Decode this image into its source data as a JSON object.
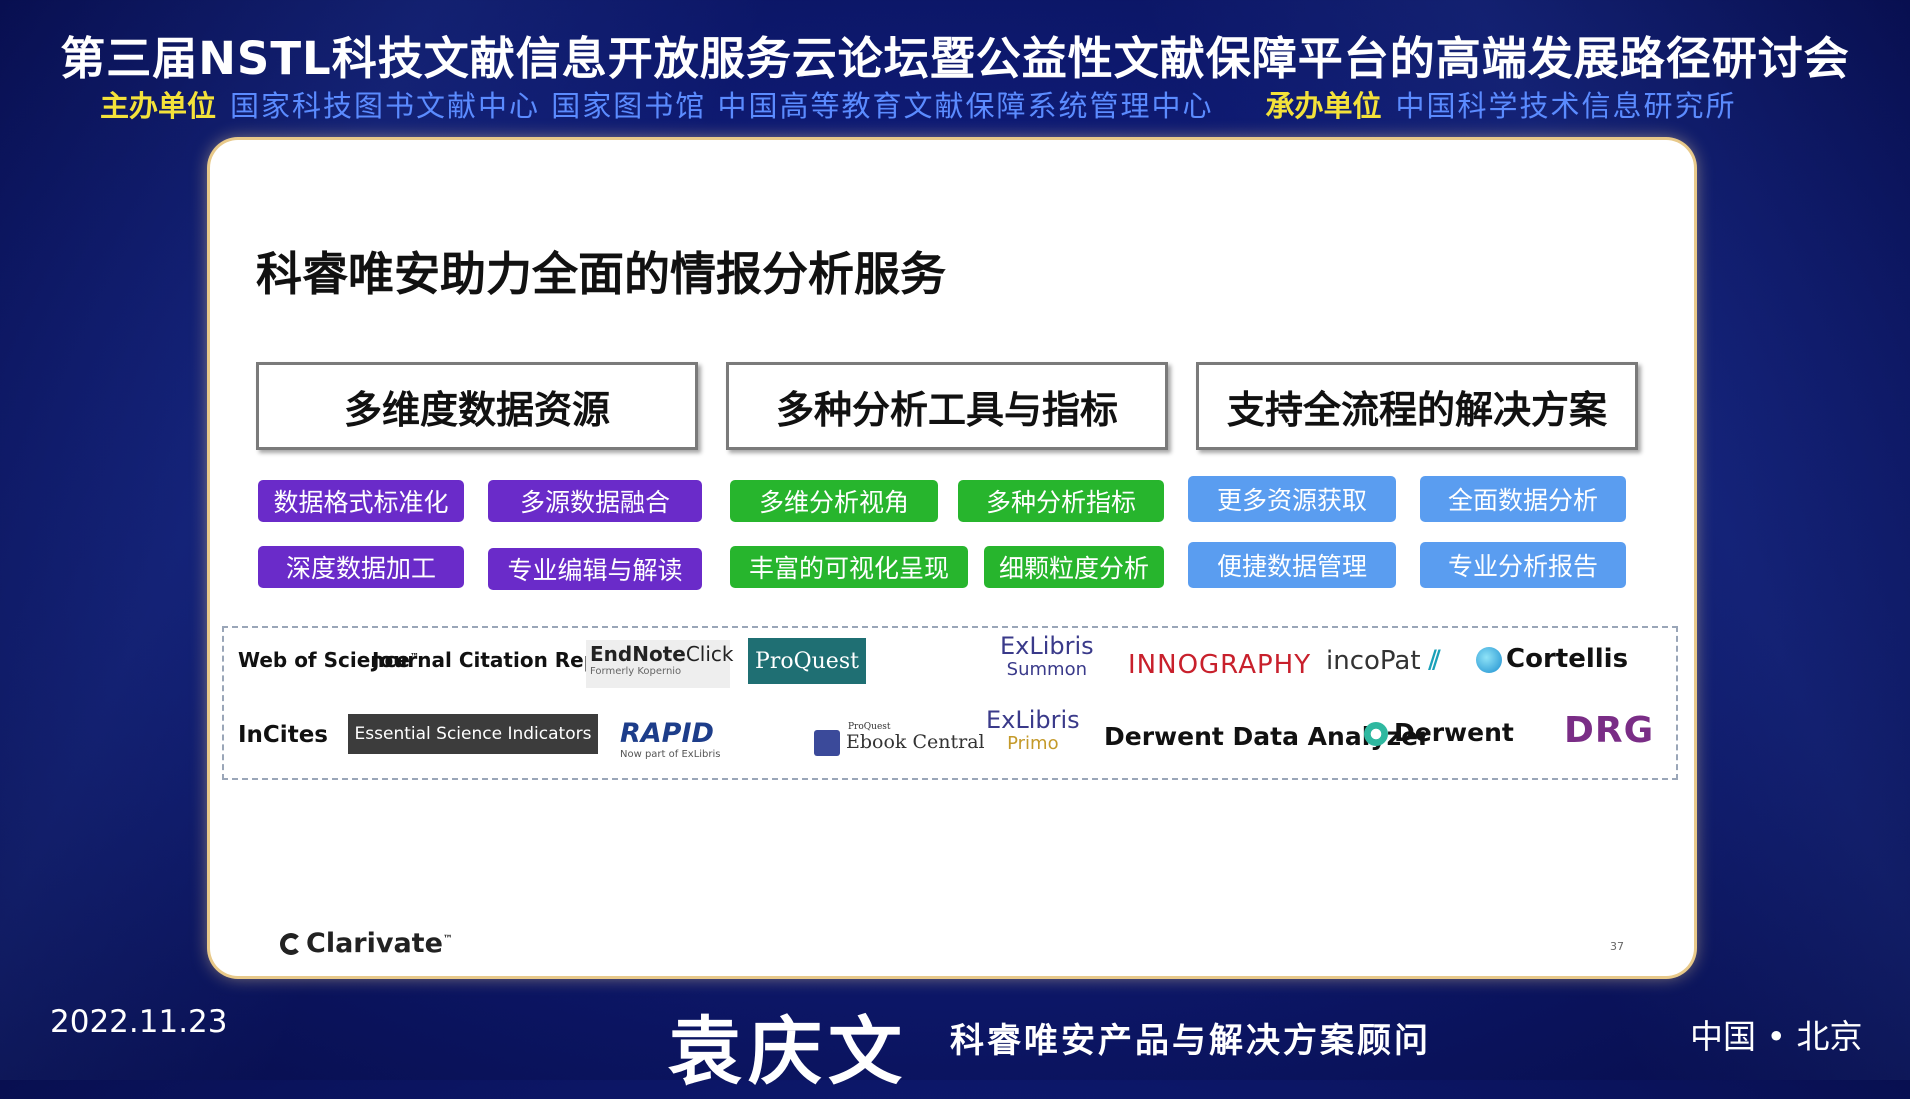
{
  "header": {
    "title": "第三届NSTL科技文献信息开放服务云论坛暨公益性文献保障平台的高端发展路径研讨会",
    "host_label": "主办单位",
    "host_orgs": "国家科技图书文献中心  国家图书馆  中国高等教育文献保障系统管理中心",
    "organizer_label": "承办单位",
    "organizer_org": "中国科学技术信息研究所"
  },
  "slide": {
    "title": "科睿唯安助力全面的情报分析服务",
    "columns": [
      {
        "title": "多维度数据资源",
        "tags": [
          "数据格式标准化",
          "多源数据融合",
          "深度数据加工",
          "专业编辑与解读"
        ]
      },
      {
        "title": "多种分析工具与指标",
        "tags": [
          "多维分析视角",
          "多种分析指标",
          "丰富的可视化呈现",
          "细颗粒度分析"
        ]
      },
      {
        "title": "支持全流程的解决方案",
        "tags": [
          "更多资源获取",
          "全面数据分析",
          "便捷数据管理",
          "专业分析报告"
        ]
      }
    ],
    "logos": {
      "wos": "Web of Science",
      "tm": "™",
      "jcr": "Journal Citation Reports",
      "endnote_bold": "EndNote",
      "endnote_light": "Click",
      "endnote_sub": "Formerly Kopernio",
      "proquest": "ProQuest",
      "exlibris": "ExLibris",
      "summon": "Summon",
      "innography": "INNOGRAPHY",
      "incopat": "incoPat",
      "cortellis": "Cortellis",
      "incites": "InCites",
      "esi": "Essential Science Indicators",
      "rapid": "RAPID",
      "rapid_sub": "Now part of ExLibris",
      "ebook_pq": "ProQuest",
      "ebook": "Ebook Central",
      "primo": "Primo",
      "dda": "Derwent Data Analyzer",
      "derwent": "Derwent",
      "drg": "DRG"
    },
    "brand": "Clarivate",
    "page_number": "37"
  },
  "footer": {
    "date": "2022.11.23",
    "speaker": "袁庆文",
    "role": "科睿唯安产品与解决方案顾问",
    "location": "中国 • 北京"
  },
  "colors": {
    "purple": "#6a2bc9",
    "green": "#27b52d",
    "blue": "#5a9df0",
    "highlight": "#f4e23a"
  }
}
